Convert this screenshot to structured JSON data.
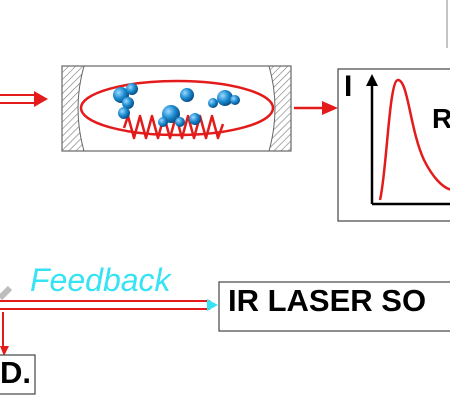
{
  "labels": {
    "feedback": "Feedback",
    "laser_source": "IR LASER SO",
    "corner_box": "D.",
    "intensity_axis": "I",
    "graph_label": "R"
  },
  "colors": {
    "arrow": "#e41b1b",
    "feedback_text": "#35e3f4",
    "feedback_arrow_head": "#35e3f4",
    "molecules": "#1d8fd3",
    "cavity_hatch": "#555555"
  },
  "icons": [
    "optical-cavity-icon",
    "molecule-icon",
    "mirror-icon"
  ]
}
